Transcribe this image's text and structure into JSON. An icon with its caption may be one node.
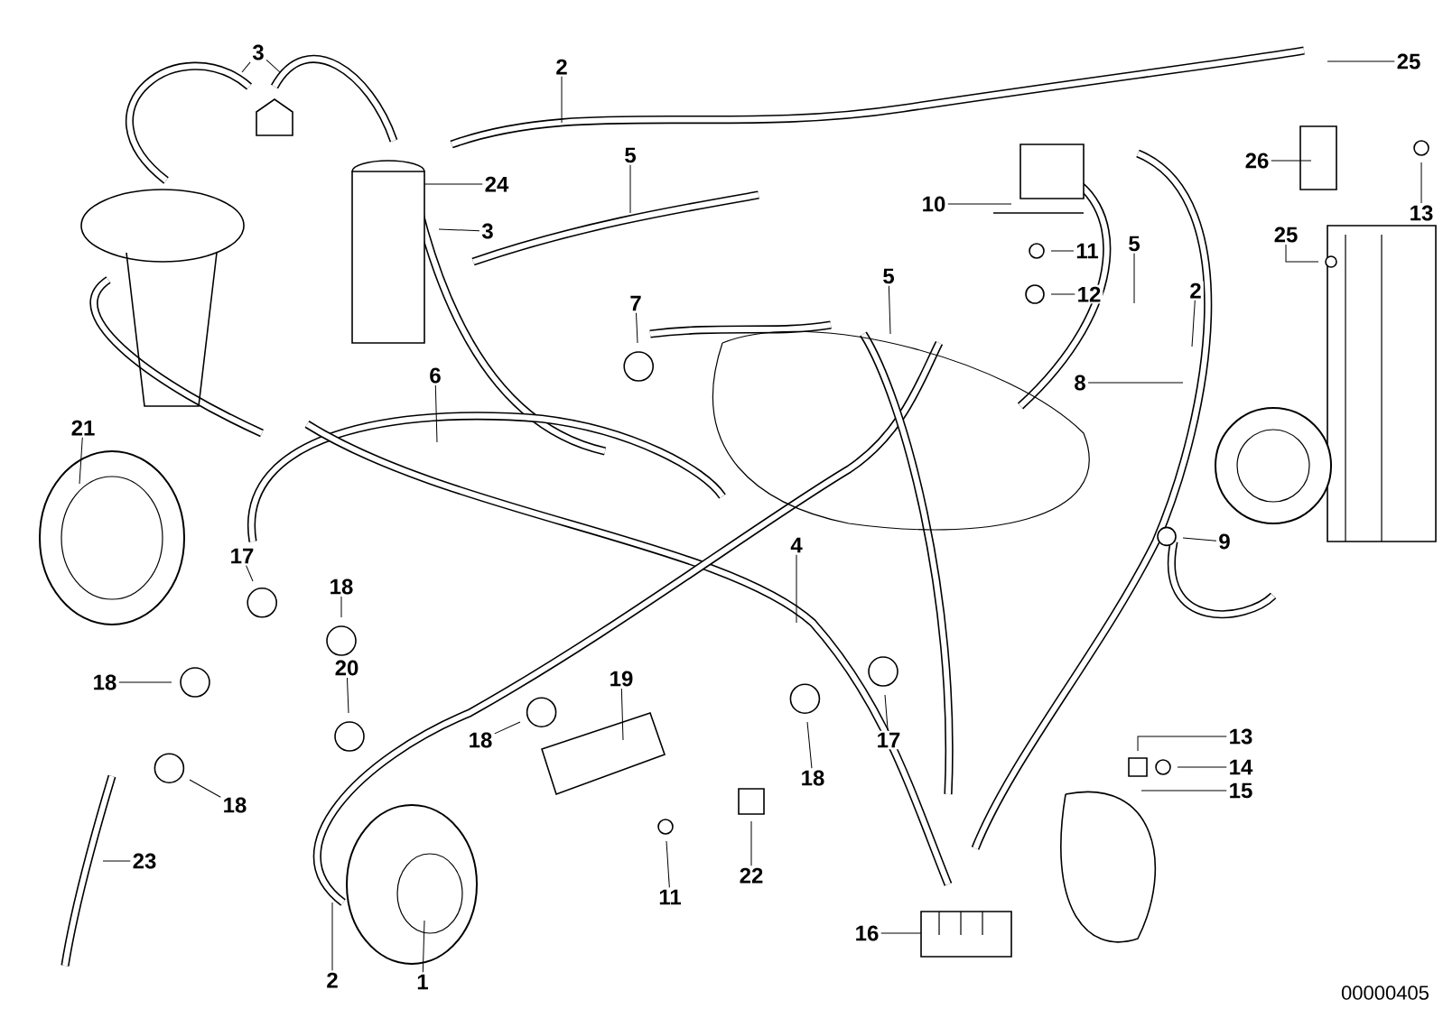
{
  "diagram": {
    "nodes": [
      {
        "text": [
          "1"
        ]
      },
      {
        "text": [
          "2"
        ]
      },
      {
        "text": [
          "3"
        ]
      },
      {
        "text": [
          "24"
        ]
      },
      {
        "text": [
          "3"
        ]
      },
      {
        "text": [
          "5"
        ]
      },
      {
        "text": [
          "7"
        ]
      },
      {
        "text": [
          "6"
        ]
      },
      {
        "text": [
          "21"
        ]
      },
      {
        "text": [
          "25"
        ]
      },
      {
        "text": [
          "26"
        ]
      },
      {
        "text": [
          "13"
        ]
      },
      {
        "text": [
          "10"
        ]
      },
      {
        "text": [
          "11"
        ]
      },
      {
        "text": [
          "12"
        ]
      },
      {
        "text": [
          "5"
        ]
      },
      {
        "text": [
          "5"
        ]
      },
      {
        "text": [
          "2"
        ]
      },
      {
        "text": [
          "25"
        ]
      },
      {
        "text": [
          "8"
        ]
      },
      {
        "text": [
          "9"
        ]
      },
      {
        "text": [
          "4"
        ]
      },
      {
        "text": [
          "17"
        ]
      },
      {
        "text": [
          "18"
        ]
      },
      {
        "text": [
          "18"
        ]
      },
      {
        "text": [
          "20"
        ]
      },
      {
        "text": [
          "19"
        ]
      },
      {
        "text": [
          "18"
        ]
      },
      {
        "text": [
          "18"
        ]
      },
      {
        "text": [
          "17"
        ]
      },
      {
        "text": [
          "18"
        ]
      },
      {
        "text": [
          "23"
        ]
      },
      {
        "text": [
          "2"
        ]
      },
      {
        "text": [
          "11"
        ]
      },
      {
        "text": [
          "22"
        ]
      },
      {
        "text": [
          "13"
        ]
      },
      {
        "text": [
          "14"
        ]
      },
      {
        "text": [
          "15"
        ]
      },
      {
        "text": [
          "16"
        ]
      }
    ],
    "edges": [
      {
        "from": 0,
        "to": null,
        "arrow": "none"
      },
      {
        "from": 1,
        "to": null,
        "arrow": "none"
      },
      {
        "from": 2,
        "to": null,
        "arrow": "none"
      },
      {
        "from": 2,
        "to": null,
        "arrow": "none"
      },
      {
        "from": 3,
        "to": null,
        "arrow": "none"
      },
      {
        "from": 4,
        "to": null,
        "arrow": "none"
      },
      {
        "from": 5,
        "to": null,
        "arrow": "none"
      },
      {
        "from": 6,
        "to": null,
        "arrow": "none"
      },
      {
        "from": 7,
        "to": null,
        "arrow": "none"
      },
      {
        "from": 8,
        "to": null,
        "arrow": "none"
      },
      {
        "from": 9,
        "to": null,
        "arrow": "none"
      },
      {
        "from": 10,
        "to": null,
        "arrow": "none"
      },
      {
        "from": 11,
        "to": null,
        "arrow": "none"
      },
      {
        "from": 12,
        "to": null,
        "arrow": "none"
      },
      {
        "from": 13,
        "to": null,
        "arrow": "none"
      },
      {
        "from": 14,
        "to": null,
        "arrow": "none"
      },
      {
        "from": 15,
        "to": null,
        "arrow": "none"
      },
      {
        "from": 16,
        "to": null,
        "arrow": "none"
      },
      {
        "from": 17,
        "to": null,
        "arrow": "none"
      },
      {
        "from": 18,
        "to": null,
        "arrow": "none"
      },
      {
        "from": 19,
        "to": null,
        "arrow": "none"
      },
      {
        "from": 20,
        "to": null,
        "arrow": "none"
      },
      {
        "from": 21,
        "to": null,
        "arrow": "none"
      },
      {
        "from": 22,
        "to": null,
        "arrow": "none"
      },
      {
        "from": 23,
        "to": null,
        "arrow": "none"
      },
      {
        "from": 24,
        "to": null,
        "arrow": "none"
      },
      {
        "from": 25,
        "to": null,
        "arrow": "none"
      },
      {
        "from": 26,
        "to": null,
        "arrow": "none"
      },
      {
        "from": 27,
        "to": null,
        "arrow": "none"
      },
      {
        "from": 28,
        "to": null,
        "arrow": "none"
      },
      {
        "from": 29,
        "to": null,
        "arrow": "none"
      },
      {
        "from": 30,
        "to": null,
        "arrow": "none"
      },
      {
        "from": 31,
        "to": null,
        "arrow": "none"
      },
      {
        "from": 32,
        "to": null,
        "arrow": "none"
      },
      {
        "from": 33,
        "to": null,
        "arrow": "none"
      },
      {
        "from": 34,
        "to": null,
        "arrow": "none"
      },
      {
        "from": 35,
        "to": null,
        "arrow": "none"
      },
      {
        "from": 36,
        "to": null,
        "arrow": "none"
      },
      {
        "from": 37,
        "to": null,
        "arrow": "none"
      },
      {
        "from": 38,
        "to": null,
        "arrow": "none"
      }
    ],
    "labels": [
      "00000405"
    ]
  }
}
